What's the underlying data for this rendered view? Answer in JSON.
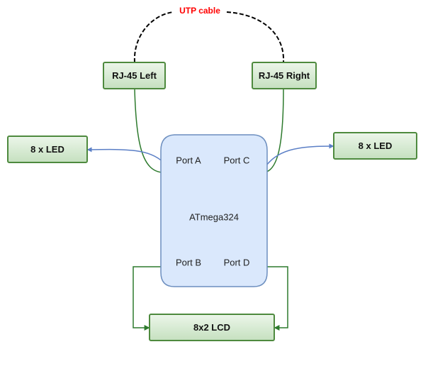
{
  "cable": {
    "label": "UTP cable"
  },
  "nodes": {
    "rj45_left": "RJ-45 Left",
    "rj45_right": "RJ-45 Right",
    "led_left": "8 x LED",
    "led_right": "8 x LED",
    "lcd": "8x2 LCD",
    "mcu": "ATmega324"
  },
  "ports": {
    "a": "Port A",
    "b": "Port B",
    "c": "Port C",
    "d": "Port D"
  },
  "colors": {
    "cable_label": "#ff0000",
    "box_fill_top": "#ecf6ea",
    "box_fill_bottom": "#c5e0bf",
    "box_border": "#4e8a3e",
    "mcu_fill": "#dae8fc",
    "mcu_border": "#6c8ebf",
    "green_wire": "#2d7a2d",
    "blue_arrow": "#5b7fc6"
  }
}
